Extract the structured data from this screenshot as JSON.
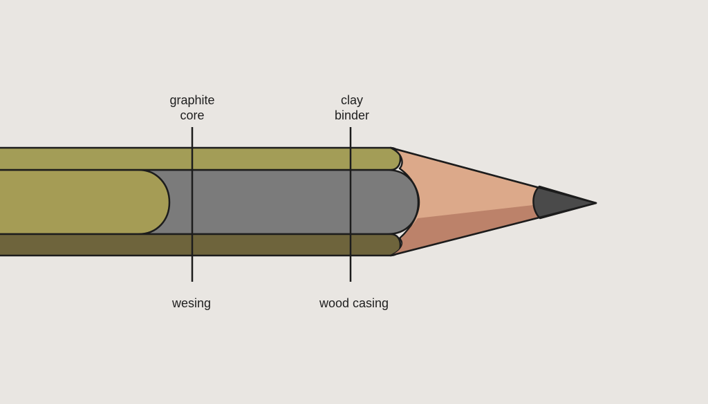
{
  "labels": {
    "graphite_core": {
      "line1": "graphite",
      "line2": "core"
    },
    "clay_binder": {
      "line1": "clay",
      "line2": "binder"
    },
    "wesing": "wesing",
    "wood_casing": "wood casing"
  },
  "colors": {
    "background": "#e9e6e2",
    "casing_top": "#a39d57",
    "casing_bottom": "#6e643c",
    "inner_wood": "#a59c55",
    "graphite": "#7b7b7b",
    "wood_cone_light": "#dca98a",
    "wood_cone_shadow": "#bc826a",
    "lead_tip": "#4a4a4a",
    "outline": "#1c1c1c"
  }
}
